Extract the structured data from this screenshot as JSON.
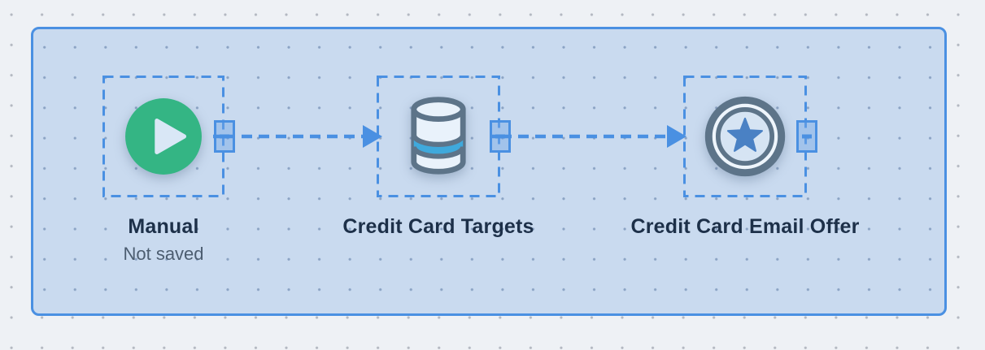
{
  "canvas": {
    "background_color": "#c9daef",
    "border_color": "#4a90e2",
    "grid": "dotted",
    "nodes": [
      {
        "label": "Manual",
        "sublabel": "Not saved",
        "icon": "play-icon",
        "icon_color": "#34b584",
        "selected": true
      },
      {
        "label": "Credit Card Targets",
        "icon": "database-icon",
        "icon_color": "#5d7489",
        "band_color": "#3fa9dc",
        "selected": true
      },
      {
        "label": "Credit Card Email Offer",
        "icon": "star-badge-icon",
        "icon_color": "#5d7489",
        "star_color": "#4a81c4",
        "selected": true
      }
    ],
    "connections": [
      {
        "from": "Manual",
        "to": "Credit Card Targets",
        "style": "dashed-arrow"
      },
      {
        "from": "Credit Card Targets",
        "to": "Credit Card Email Offer",
        "style": "dashed-arrow"
      }
    ],
    "accent_color": "#4a90e2"
  }
}
